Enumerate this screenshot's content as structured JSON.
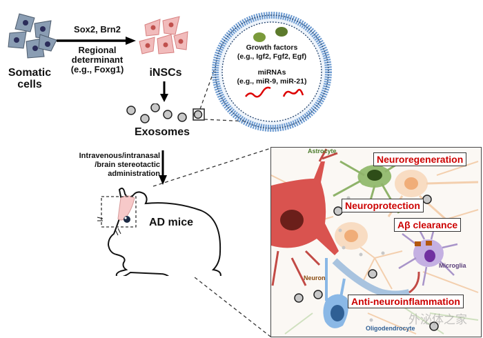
{
  "reprogramming": {
    "source_label": "Somatic cells",
    "factors_label": "Sox2, Brn2",
    "determinant_label": "Regional determinant (e.g., Foxg1)",
    "target_label": "iNSCs"
  },
  "exosome": {
    "label": "Exosomes",
    "cargo_growth_title": "Growth factors",
    "cargo_growth_examples": "(e.g., Igf2, Fgf2, Egf)",
    "cargo_mirna_title": "miRNAs",
    "cargo_mirna_examples": "(e.g., miR-9, miR-21)"
  },
  "administration": {
    "route_line1": "Intravenous/intranasal",
    "route_line2": "/brain stereotactic",
    "route_line3": "administration",
    "model_label": "AD mice"
  },
  "brain_panel": {
    "cell_labels": {
      "astrocyte": "Astrocyte",
      "neuron": "Neuron",
      "microglia": "Microglia",
      "oligodendrocyte": "Oligodendrocyte"
    },
    "effects": [
      {
        "label": "Neuroregeneration"
      },
      {
        "label": "Neuroprotection"
      },
      {
        "label": "Aβ clearance"
      },
      {
        "label": "Anti-neuroinflammation"
      }
    ]
  },
  "watermark": "外泌体之家",
  "colors": {
    "effect_text": "#cc0000",
    "neuron": "#d9534f",
    "astrocyte": "#8fb36a",
    "microglia": "#b9a3d6",
    "oligodendrocyte": "#6fa8dc",
    "inscs": "#e8a0a0",
    "somatic": "#7d8fa3"
  }
}
